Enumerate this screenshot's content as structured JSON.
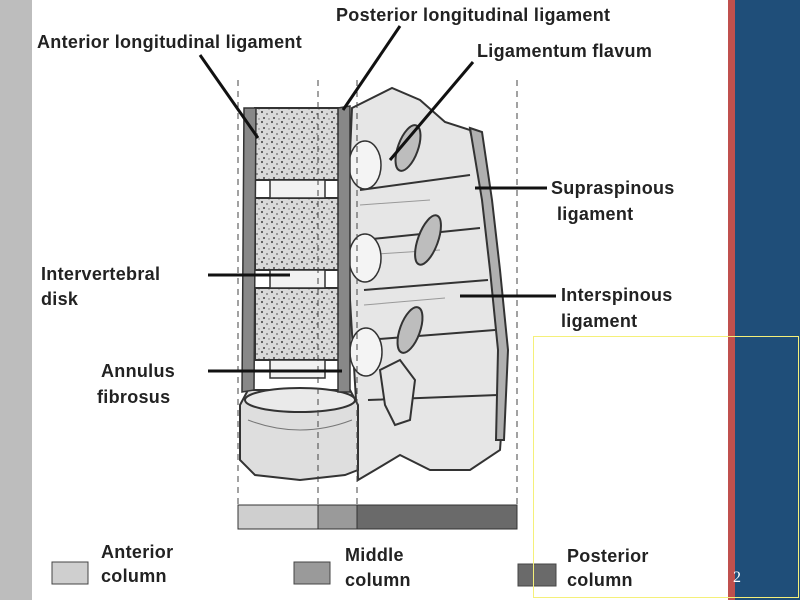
{
  "labels": {
    "posterior_longitudinal": "Posterior longitudinal ligament",
    "anterior_longitudinal": "Anterior longitudinal ligament",
    "ligamentum_flavum": "Ligamentum flavum",
    "supraspinous_1": "Supraspinous",
    "supraspinous_2": "ligament",
    "intervertebral_1": "Intervertebral",
    "intervertebral_2": "disk",
    "interspinous_1": "Interspinous",
    "interspinous_2": "ligament",
    "annulus_1": "Annulus",
    "annulus_2": "fibrosus"
  },
  "legend": [
    {
      "line1": "Anterior",
      "line2": "column",
      "color": "#cfcfcf"
    },
    {
      "line1": "Middle",
      "line2": "column",
      "color": "#9a9a9a"
    },
    {
      "line1": "Posterior",
      "line2": "column",
      "color": "#6a6a6a"
    }
  ],
  "slide_number": "2"
}
